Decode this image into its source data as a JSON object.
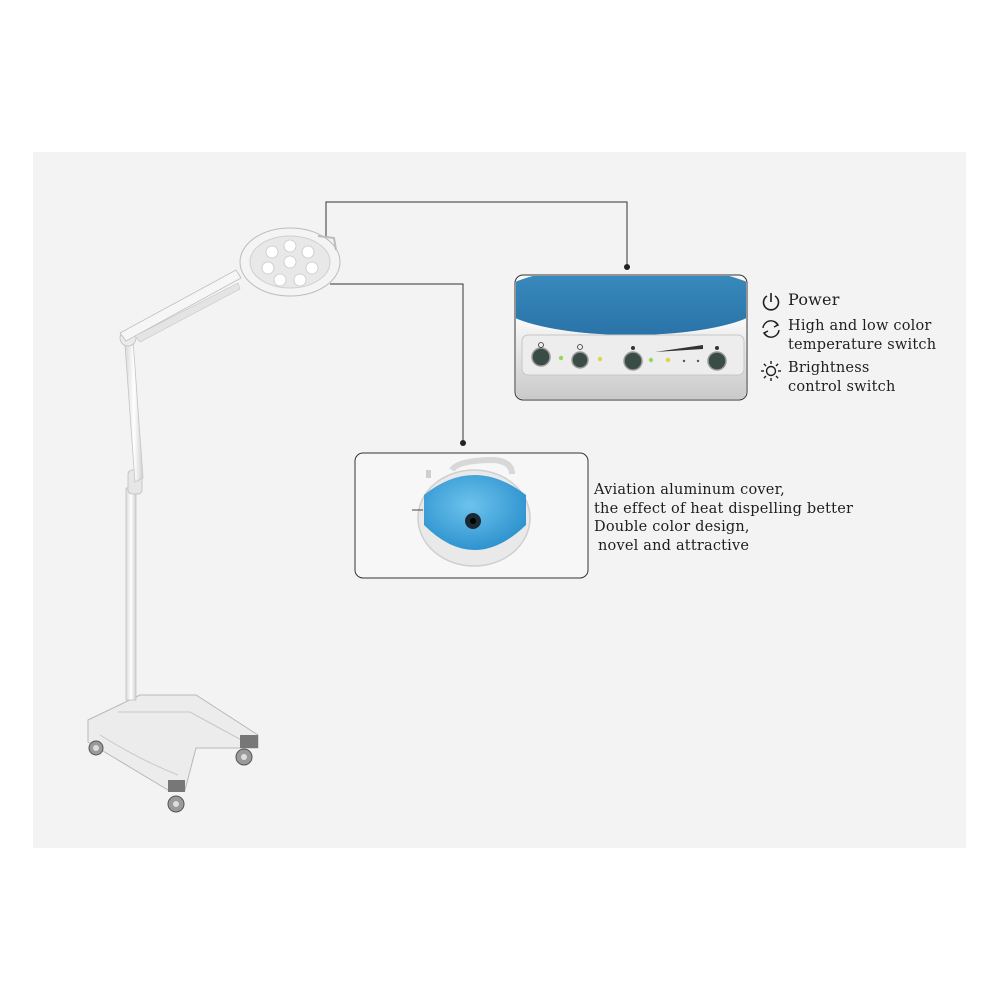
{
  "legend": {
    "power": "Power",
    "temperature": [
      "High and low color",
      "temperature switch"
    ],
    "brightness": [
      "Brightness",
      "control switch"
    ]
  },
  "cover_description": [
    "Aviation aluminum cover,",
    "the effect of heat dispelling better",
    "Double color design,",
    "novel and attractive"
  ],
  "icons": {
    "power": "power-icon",
    "temperature": "cycle-arrows-icon",
    "brightness": "sun-icon"
  },
  "colors": {
    "background": "#f3f3f3",
    "lamp_blue": "#2f7fb5",
    "cover_blue": "#3fa6da",
    "indicator_green": "#9ad65a",
    "indicator_yellow": "#e0d24a"
  }
}
